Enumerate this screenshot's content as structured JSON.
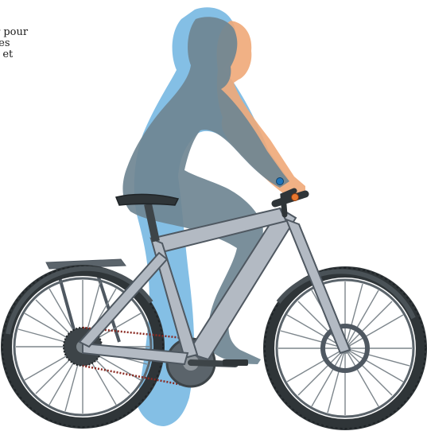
{
  "caption": {
    "lines": [
      "r pour",
      "les",
      "t et"
    ]
  },
  "illustration": {
    "subject": "rider-on-e-bike-posture-comparison",
    "colors": {
      "rider_blue": "#6fb4e0",
      "rider_tan": "#f0a878",
      "rider_overlay": "#6f8692",
      "frame": "#b3bac3",
      "frame_outline": "#4f5861",
      "tire": "#2f3538",
      "spokes": "#7d868c",
      "chain": "#8a2a22",
      "marker_blue": "#1d75bd",
      "marker_orange": "#e8782f"
    },
    "icons": [
      "bicycle-icon",
      "rider-silhouette-icon",
      "grip-marker-icon"
    ]
  }
}
